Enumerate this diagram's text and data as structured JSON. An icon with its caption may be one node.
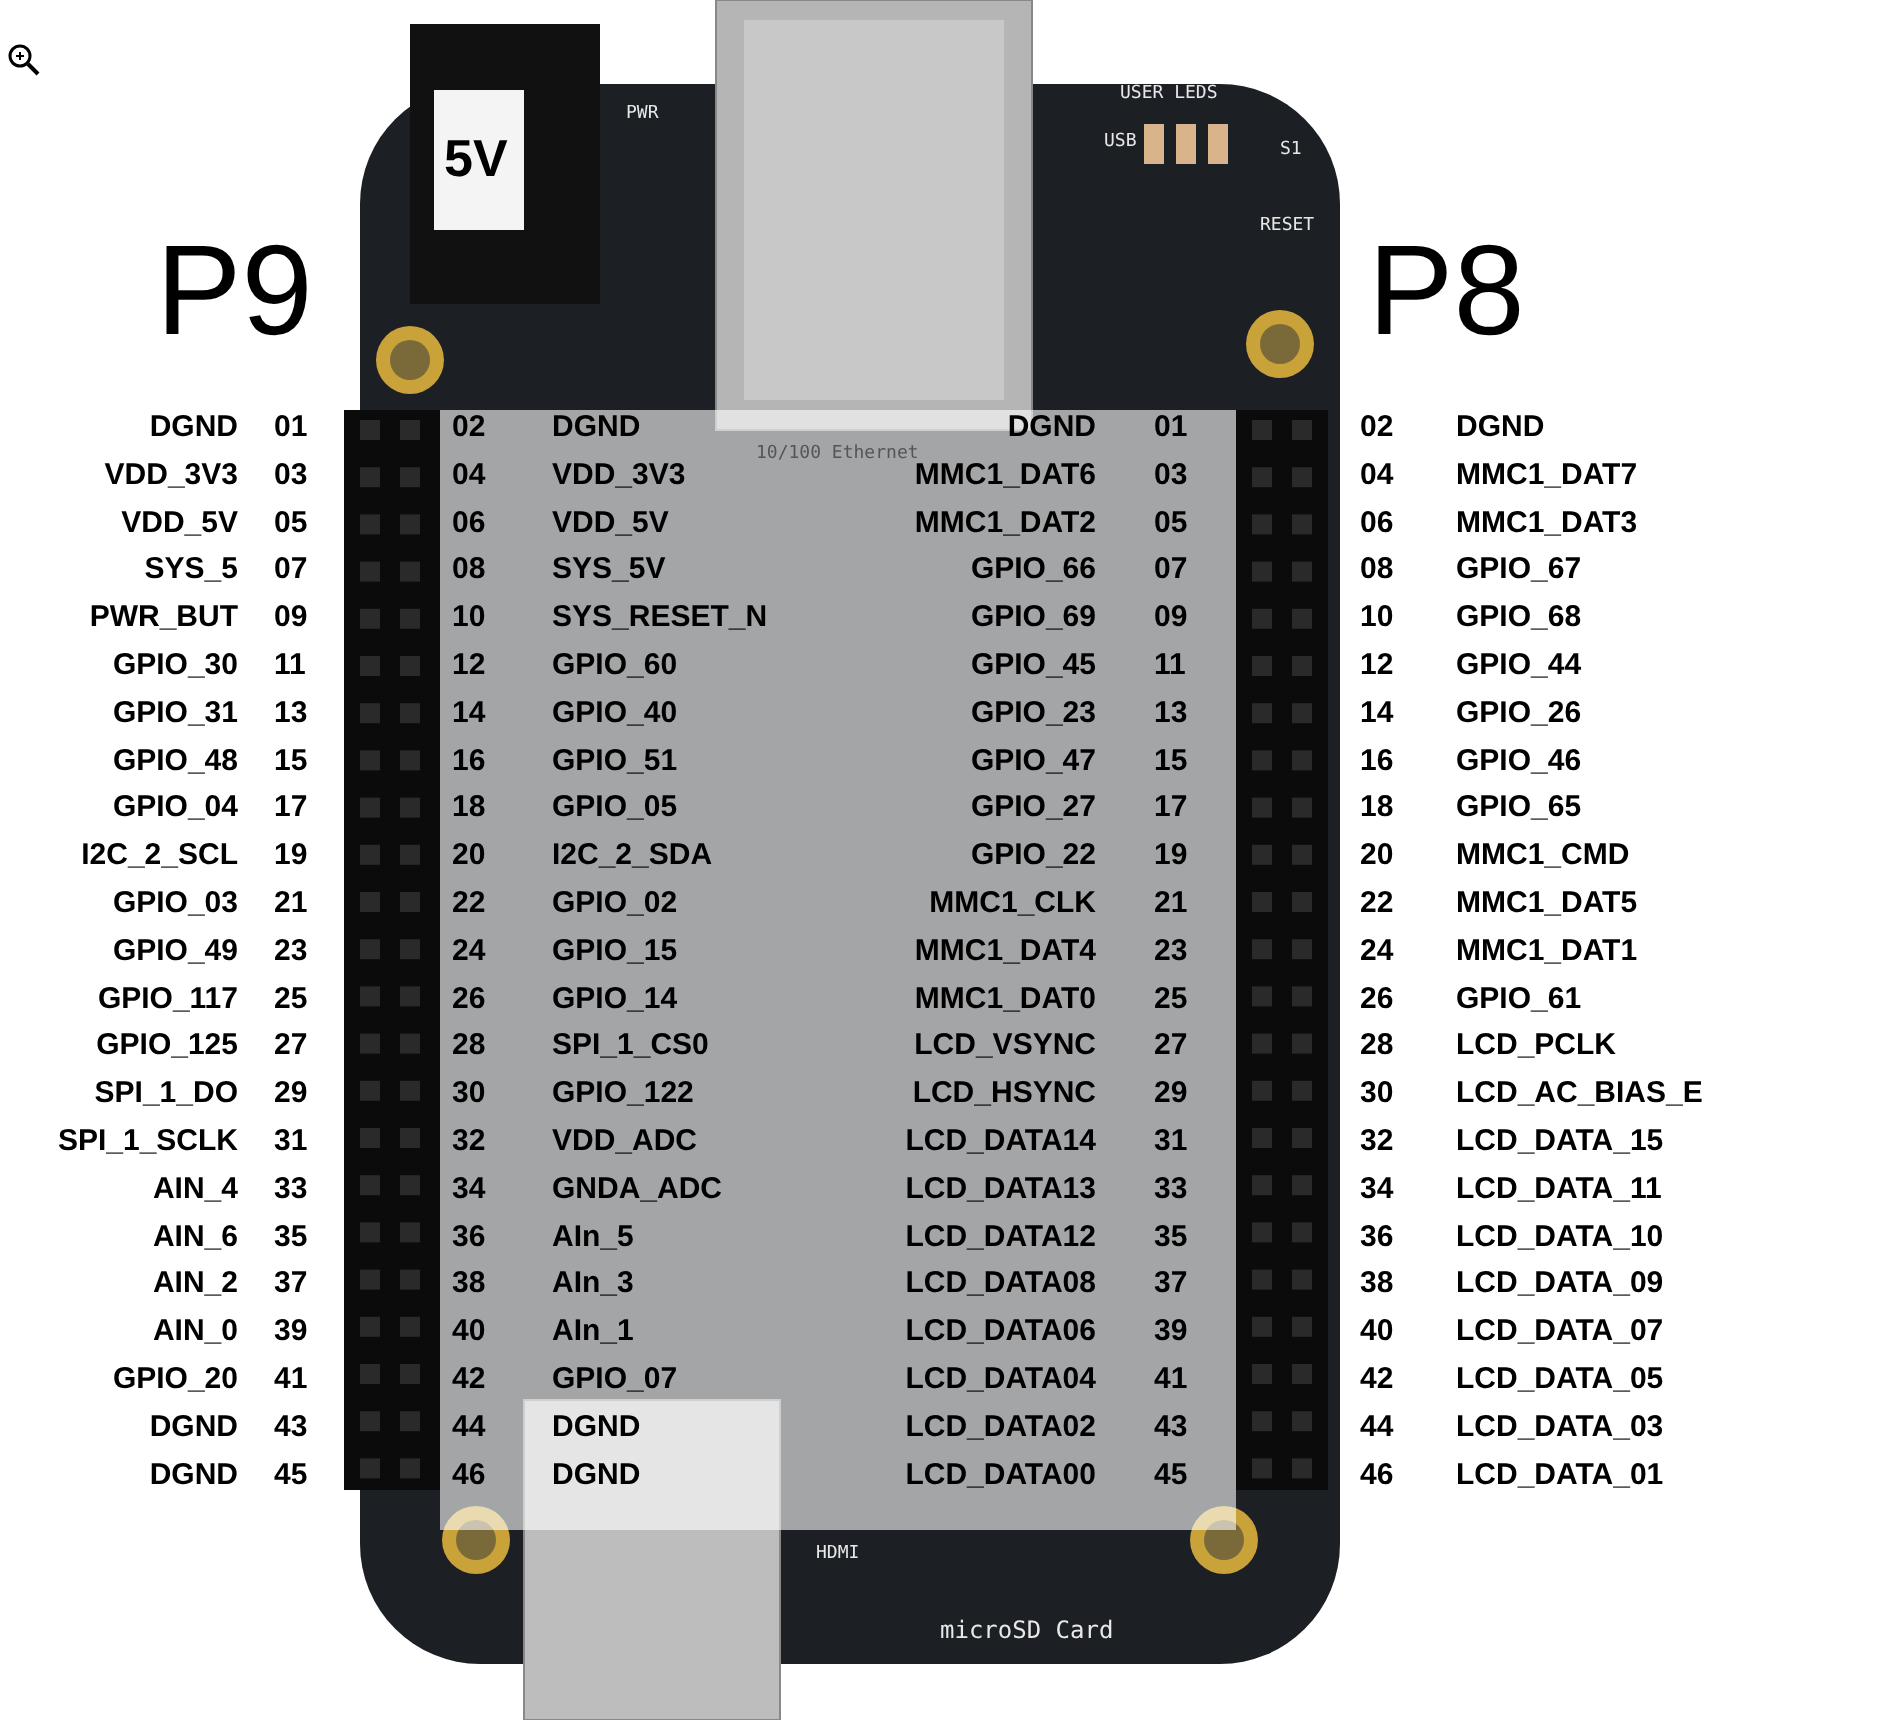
{
  "diagram": {
    "labels": [
      "P9",
      "P8",
      "DGND",
      "01",
      "02",
      "DGND",
      "DGND",
      "01",
      "02",
      "DGND",
      "VDD_3V3",
      "03",
      "04",
      "VDD_3V3",
      "MMC1_DAT6",
      "03",
      "04",
      "MMC1_DAT7",
      "VDD_5V",
      "05",
      "06",
      "VDD_5V",
      "MMC1_DAT2",
      "05",
      "06",
      "MMC1_DAT3",
      "SYS_5",
      "07",
      "08",
      "SYS_5V",
      "GPIO_66",
      "07",
      "08",
      "GPIO_67",
      "PWR_BUT",
      "09",
      "10",
      "SYS_RESET_N",
      "GPIO_69",
      "09",
      "10",
      "GPIO_68",
      "GPIO_30",
      "11",
      "12",
      "GPIO_60",
      "GPIO_45",
      "11",
      "12",
      "GPIO_44",
      "GPIO_31",
      "13",
      "14",
      "GPIO_40",
      "GPIO_23",
      "13",
      "14",
      "GPIO_26",
      "GPIO_48",
      "15",
      "16",
      "GPIO_51",
      "GPIO_47",
      "15",
      "16",
      "GPIO_46",
      "GPIO_04",
      "17",
      "18",
      "GPIO_05",
      "GPIO_27",
      "17",
      "18",
      "GPIO_65",
      "I2C_2_SCL",
      "19",
      "20",
      "I2C_2_SDA",
      "GPIO_22",
      "19",
      "20",
      "MMC1_CMD",
      "GPIO_03",
      "21",
      "22",
      "GPIO_02",
      "MMC1_CLK",
      "21",
      "22",
      "MMC1_DAT5",
      "GPIO_49",
      "23",
      "24",
      "GPIO_15",
      "MMC1_DAT4",
      "23",
      "24",
      "MMC1_DAT1",
      "GPIO_117",
      "25",
      "26",
      "GPIO_14",
      "MMC1_DAT0",
      "25",
      "26",
      "GPIO_61",
      "GPIO_125",
      "27",
      "28",
      "SPI_1_CS0",
      "LCD_VSYNC",
      "27",
      "28",
      "LCD_PCLK",
      "SPI_1_DO",
      "29",
      "30",
      "GPIO_122",
      "LCD_HSYNC",
      "29",
      "30",
      "LCD_AC_BIAS_E",
      "SPI_1_SCLK",
      "31",
      "32",
      "VDD_ADC",
      "LCD_DATA14",
      "31",
      "32",
      "LCD_DATA_15",
      "AIN_4",
      "33",
      "34",
      "GNDA_ADC",
      "LCD_DATA13",
      "33",
      "34",
      "LCD_DATA_11",
      "AIN_6",
      "35",
      "36",
      "AIn_5",
      "LCD_DATA12",
      "35",
      "36",
      "LCD_DATA_10",
      "AIN_2",
      "37",
      "38",
      "AIn_3",
      "LCD_DATA08",
      "37",
      "38",
      "LCD_DATA_09",
      "AIN_0",
      "39",
      "40",
      "AIn_1",
      "LCD_DATA06",
      "39",
      "40",
      "LCD_DATA_07",
      "GPIO_20",
      "41",
      "42",
      "GPIO_07",
      "LCD_DATA04",
      "41",
      "42",
      "LCD_DATA_05",
      "DGND",
      "43",
      "44",
      "DGND",
      "LCD_DATA02",
      "43",
      "44",
      "LCD_DATA_03",
      "DGND",
      "45",
      "46",
      "DGND",
      "LCD_DATA00",
      "45",
      "46",
      "LCD_DATA_01",
      "5V",
      "PWR",
      "USB",
      "USER LEDS",
      "S1",
      "RESET",
      "10/100 Ethernet",
      "HDMI",
      "microSD Card"
    ]
  }
}
